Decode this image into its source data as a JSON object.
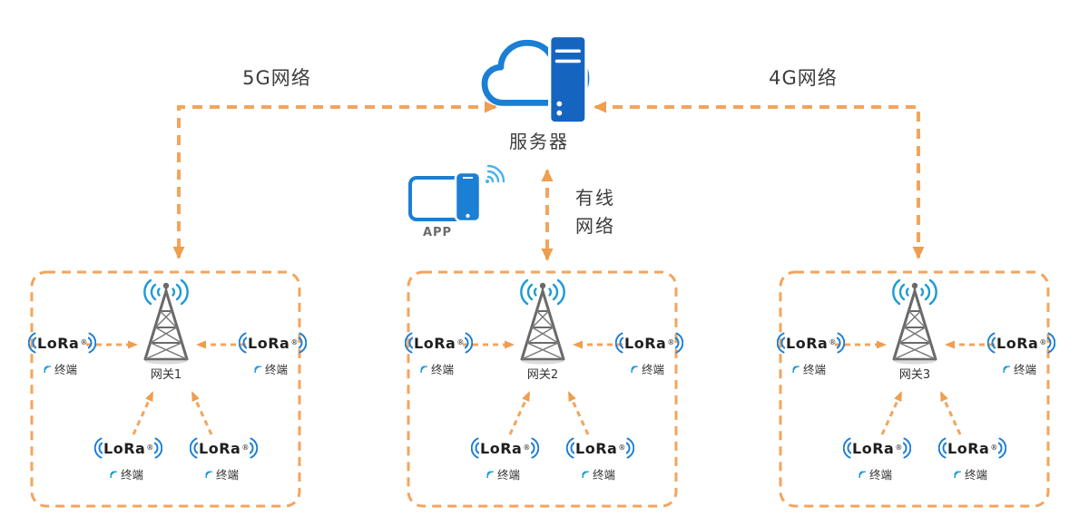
{
  "server": {
    "label": "服务器"
  },
  "links": {
    "left": {
      "label": "5G网络"
    },
    "right": {
      "label": "4G网络"
    },
    "center": {
      "lines": [
        "有线",
        "网络"
      ]
    }
  },
  "app": {
    "label": "APP"
  },
  "logo_text": "LoRa",
  "logo_trademark": "®",
  "clusters": [
    {
      "gateway": "网关1",
      "terminals": [
        "终端",
        "终端",
        "终端",
        "终端"
      ]
    },
    {
      "gateway": "网关2",
      "terminals": [
        "终端",
        "终端",
        "终端",
        "终端"
      ]
    },
    {
      "gateway": "网关3",
      "terminals": [
        "终端",
        "终端",
        "终端",
        "终端"
      ]
    }
  ],
  "icons": {
    "server": "cloud-server-icon",
    "app": "tablet-phone-wifi-icon",
    "gateway": "radio-tower-icon",
    "terminal": "lora-logo"
  },
  "colors": {
    "accent_orange": "#F4A45C",
    "arrow_orange": "#EF9D4F",
    "icon_blue": "#1B7FD4",
    "server_blue": "#1565C0",
    "wave_blue": "#1E9BD7",
    "tower_gray": "#6A6A6A",
    "text_dark": "#3C3C3C"
  }
}
